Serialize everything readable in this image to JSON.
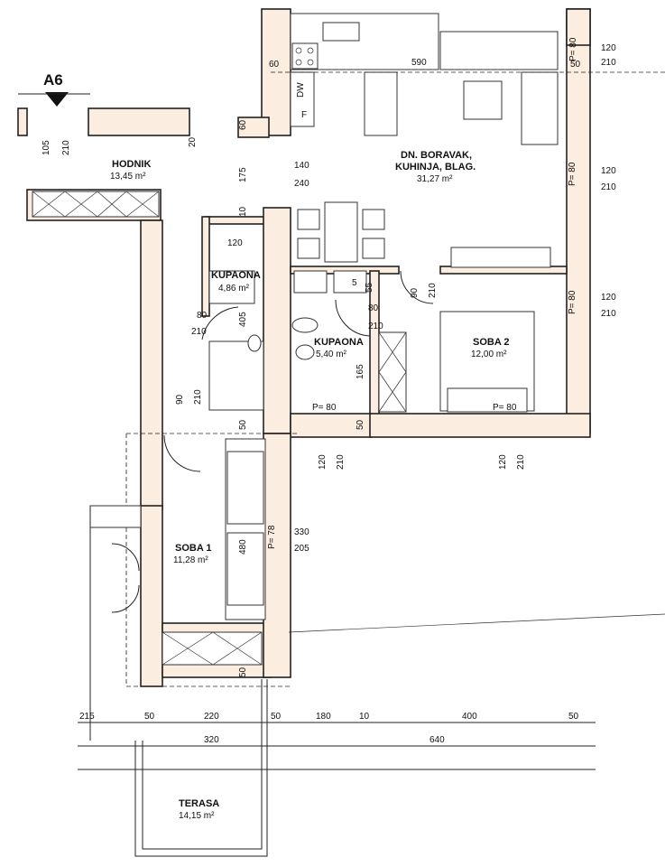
{
  "section_marker": "A6",
  "rooms": {
    "hodnik": {
      "name": "HODNIK",
      "area": "13,45 m²"
    },
    "dnevni": {
      "name_line1": "DN. BORAVAK,",
      "name_line2": "KUHINJA, BLAG.",
      "area": "31,27 m²"
    },
    "kupaona1": {
      "name": "KUPAONA",
      "area": "4,86 m²"
    },
    "kupaona2": {
      "name": "KUPAONA",
      "area": "5,40 m²"
    },
    "soba2": {
      "name": "SOBA 2",
      "area": "12,00 m²"
    },
    "soba1": {
      "name": "SOBA 1",
      "area": "11,28 m²"
    },
    "terasa": {
      "name": "TERASA",
      "area": "14,15 m²"
    }
  },
  "appliance_labels": {
    "dw": "DW",
    "f": "F"
  },
  "labels": {
    "d60": "60",
    "d590": "590",
    "d50top": "50",
    "w120_1": "120",
    "w210_1": "210",
    "w120_2": "120",
    "w210_2": "210",
    "w120_3": "120",
    "w210_3": "210",
    "p80_1": "P= 80",
    "p80_2": "P= 80",
    "p80_3": "P= 80",
    "d60b": "60",
    "d20": "20",
    "d105": "105",
    "d210a": "210",
    "d175": "175",
    "d140": "140",
    "d240": "240",
    "d10": "10",
    "d120k": "120",
    "d90a": "90",
    "d210b": "210",
    "d80a": "80",
    "d210c": "210",
    "d405": "405",
    "d80b": "80",
    "d210d": "210",
    "d165": "165",
    "d5": "5",
    "d55": "55",
    "d90b": "90",
    "d210e": "210",
    "d50a": "50",
    "d50b": "50",
    "p80_4": "P= 80",
    "p80_5": "P= 80",
    "d120b": "120",
    "d210f": "210",
    "d120c": "120",
    "d210g": "210",
    "d480": "480",
    "p78": "P= 78",
    "d330": "330",
    "d205": "205",
    "d50c": "50"
  },
  "bottom_dims_row1": [
    "215",
    "50",
    "220",
    "50",
    "180",
    "10",
    "400",
    "50"
  ],
  "bottom_dims_row2": [
    "320",
    "640"
  ]
}
